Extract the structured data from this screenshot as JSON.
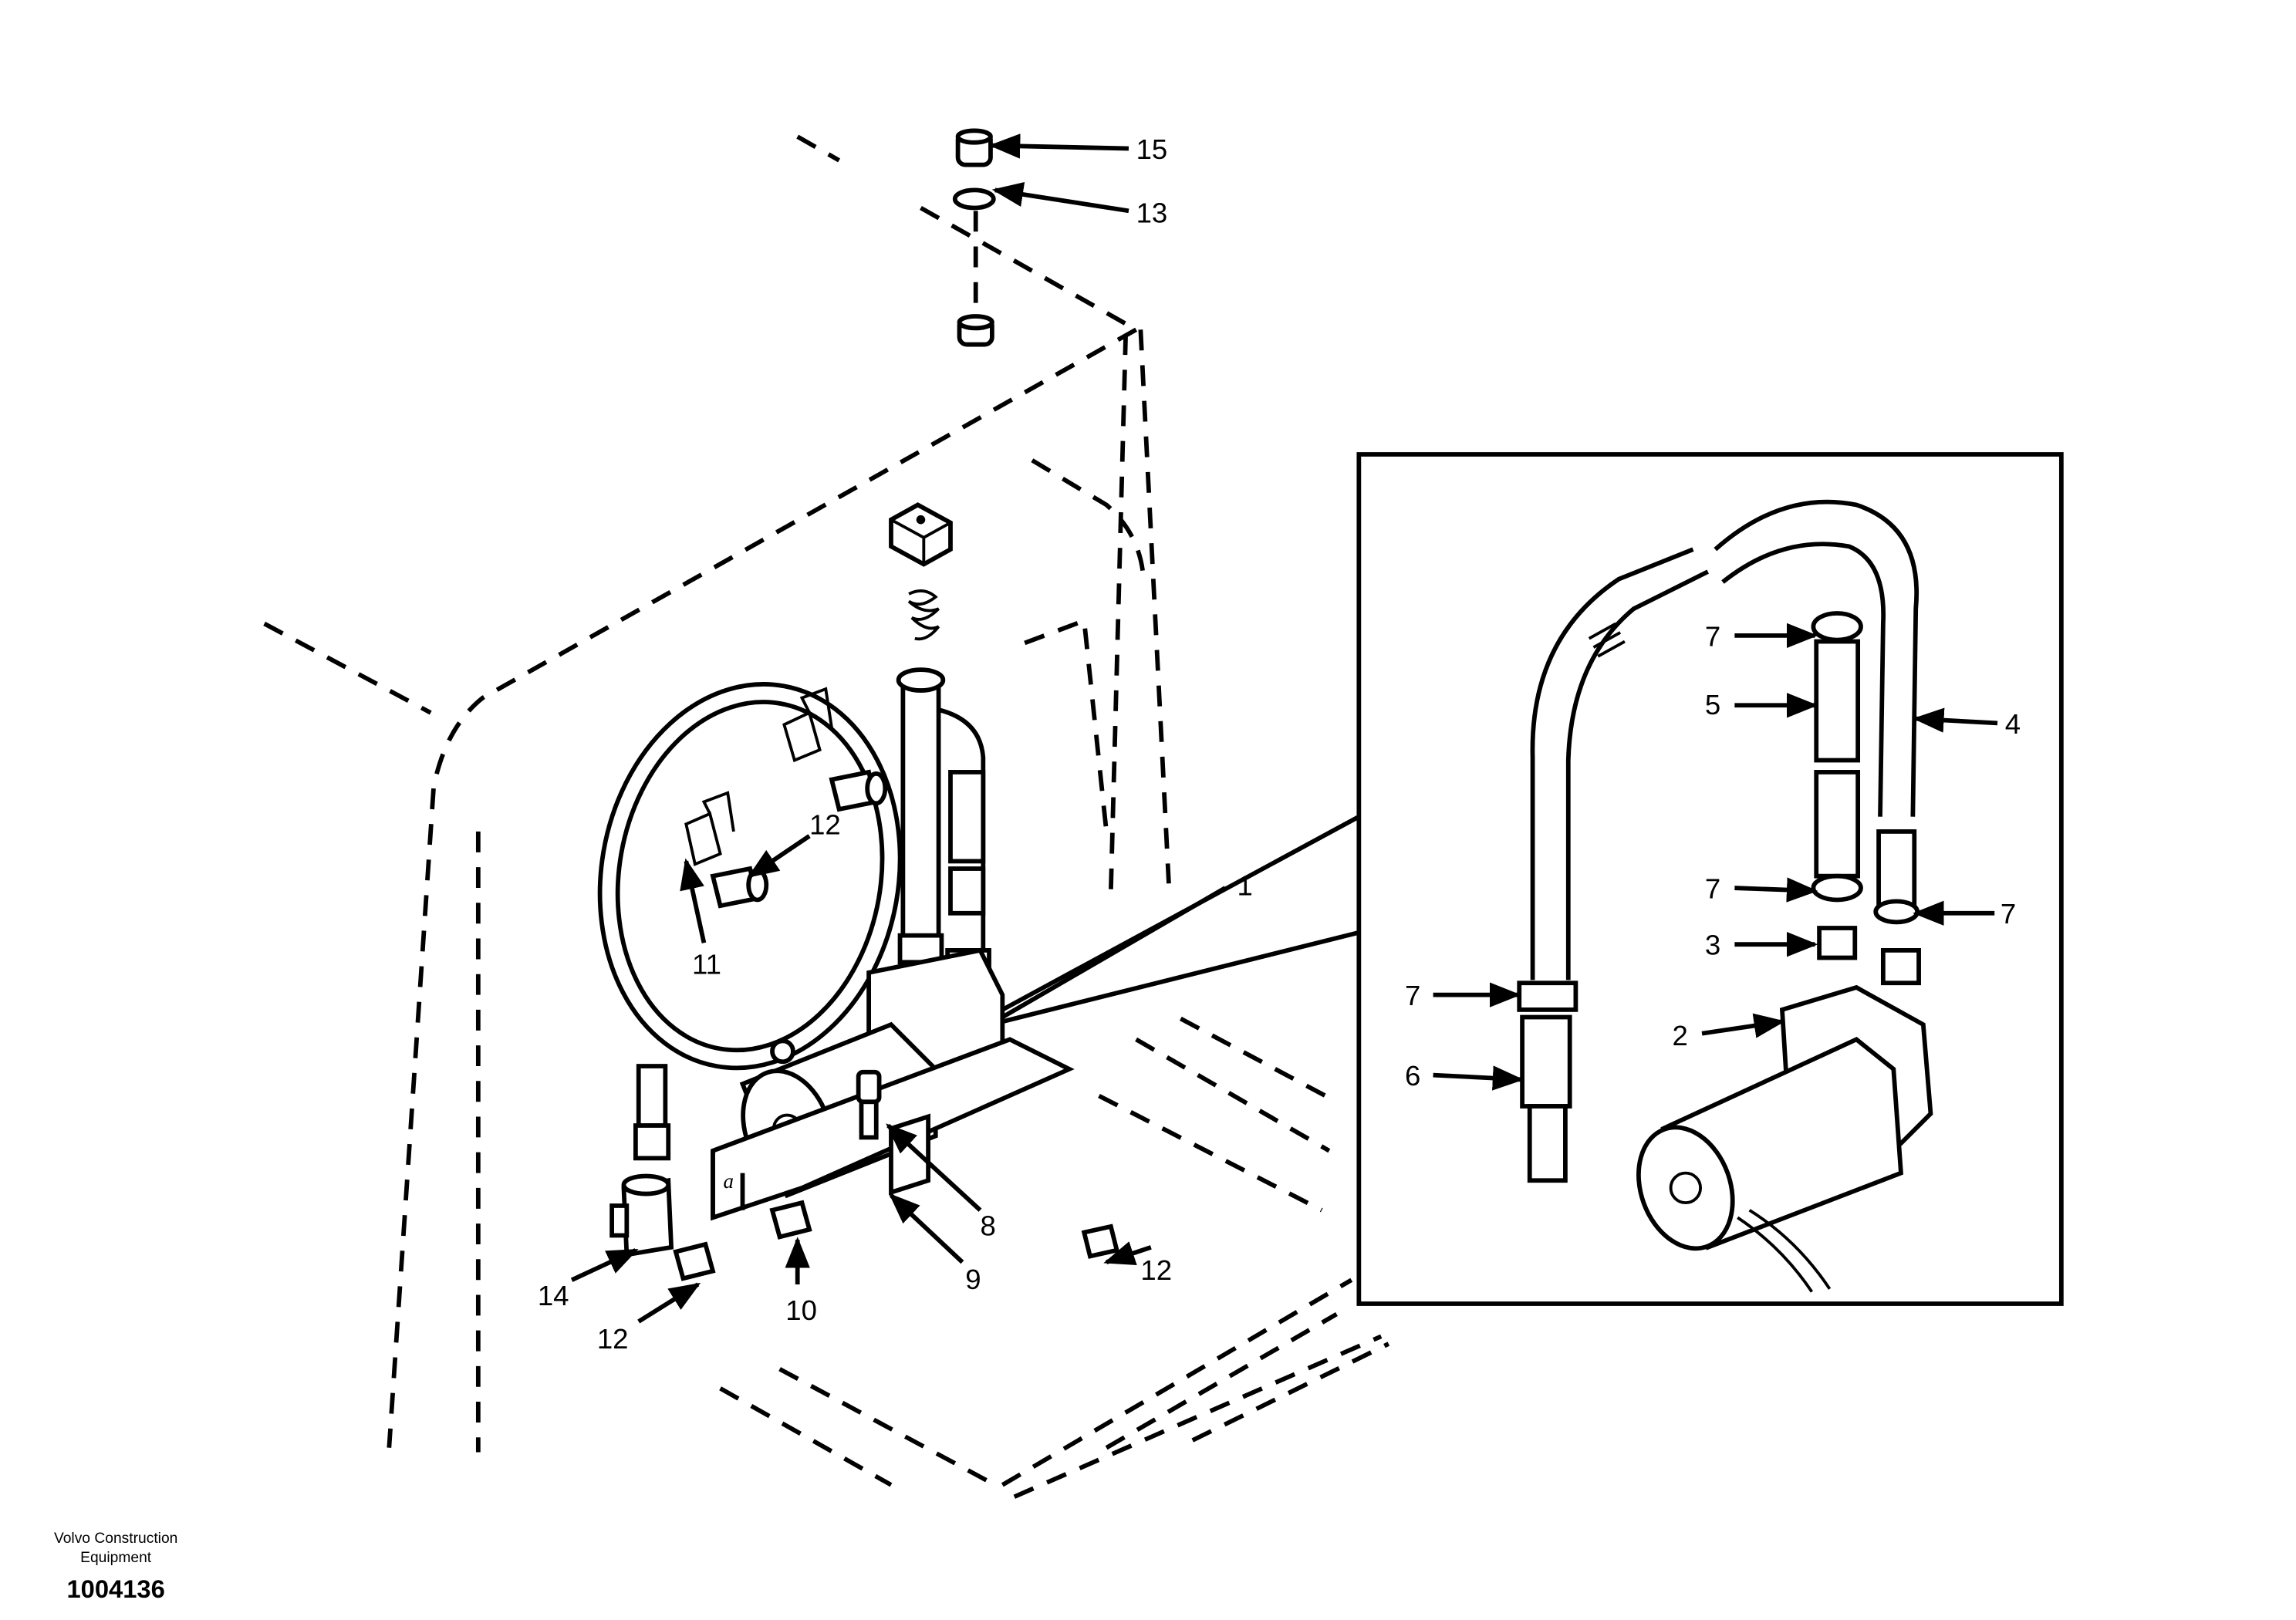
{
  "callouts": {
    "c15": "15",
    "c13": "13",
    "c12a": "12",
    "c11": "11",
    "c1": "1",
    "c8": "8",
    "c9": "9",
    "c10": "10",
    "c14": "14",
    "c12b": "12",
    "c12c": "12",
    "c7a": "7",
    "c5": "5",
    "c4": "4",
    "c7b": "7",
    "c7c": "7",
    "c3": "3",
    "c2": "2",
    "c7d": "7",
    "c6": "6"
  },
  "footer": {
    "brand_line1": "Volvo Construction",
    "brand_line2": "Equipment",
    "doc_number": "1004136"
  }
}
